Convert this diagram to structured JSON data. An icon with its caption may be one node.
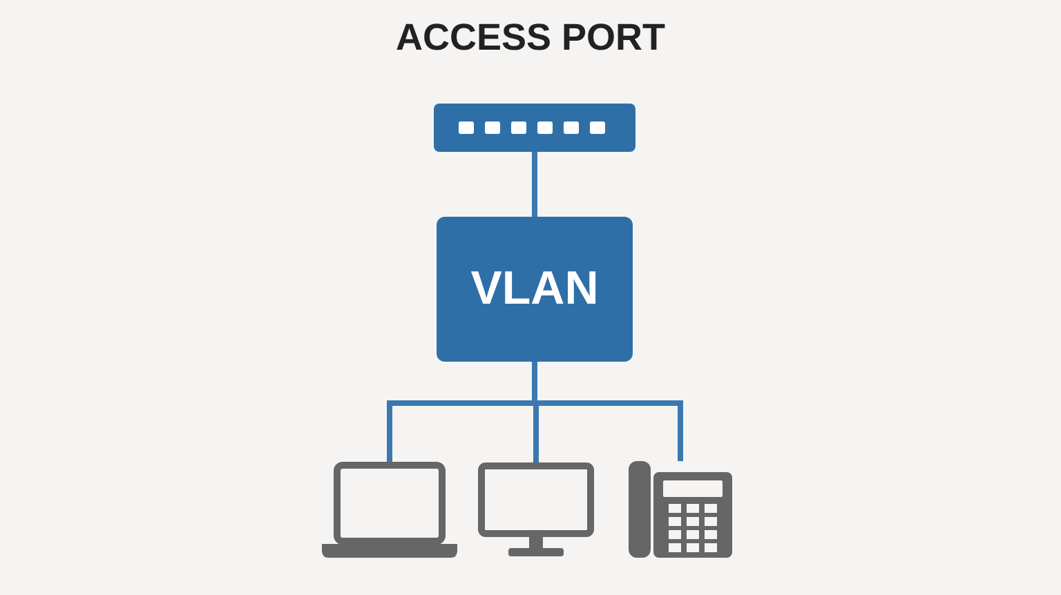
{
  "diagram": {
    "title": "ACCESS PORT",
    "nodes": [
      {
        "text": [],
        "shape": "picture"
      },
      {
        "text": [
          "VLAN"
        ]
      },
      {
        "text": [],
        "shape": "laptop"
      },
      {
        "text": [],
        "shape": "monitor"
      },
      {
        "text": [],
        "shape": "phone"
      }
    ],
    "edges": [
      {
        "from": 0,
        "to": 1,
        "arrow": "none"
      },
      {
        "from": 1,
        "to": 2,
        "arrow": "none"
      },
      {
        "from": 1,
        "to": 3,
        "arrow": "none"
      },
      {
        "from": 1,
        "to": 4,
        "arrow": "none"
      }
    ]
  }
}
